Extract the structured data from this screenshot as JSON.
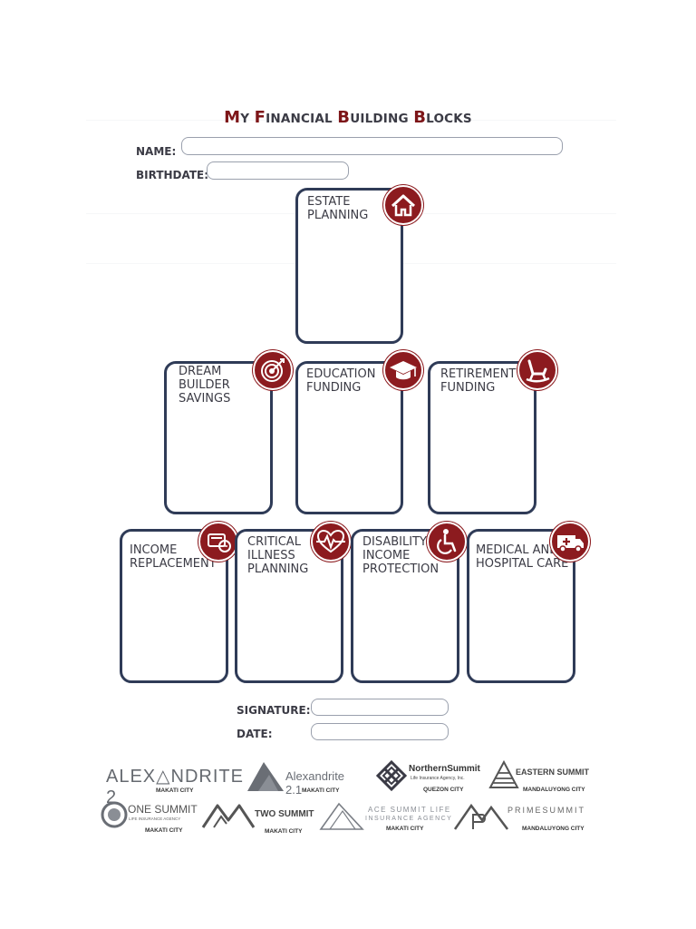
{
  "title": {
    "w1_cap": "M",
    "w1_rest": "Y",
    "w2_cap": "F",
    "w2_rest": "INANCIAL",
    "w3_cap": "B",
    "w3_rest": "UILDING",
    "w4_cap": "B",
    "w4_rest": "LOCKS"
  },
  "form": {
    "name_label": "NAME:",
    "birthdate_label": "BIRTHDATE:"
  },
  "blocks": {
    "estate": "ESTATE\nPLANNING",
    "dream": "DREAM\nBUILDER\nSAVINGS",
    "education": "EDUCATION\nFUNDING",
    "retirement": "RETIREMENT\nFUNDING",
    "income": "INCOME\nREPLACEMENT",
    "critical": "CRITICAL\nILLNESS\nPLANNING",
    "disability": "DISABILITY\nINCOME\nPROTECTION",
    "medical": "MEDICAL AND\nHOSPITAL CARE"
  },
  "icons": {
    "estate": "house-icon",
    "dream": "target-icon",
    "education": "graduation-cap-icon",
    "retirement": "rocking-chair-icon",
    "income": "income-cycle-icon",
    "critical": "heartbeat-icon",
    "disability": "wheelchair-icon",
    "medical": "ambulance-icon"
  },
  "signature": {
    "signature_label": "SIGNATURE:",
    "date_label": "DATE:"
  },
  "logos": {
    "alexandrite2": {
      "name": "ALEX△NDRITE 2",
      "city": "MAKATI CITY"
    },
    "alexandrite21": {
      "name": "Alexandrite 2.1",
      "city": "MAKATI CITY"
    },
    "northern": {
      "name": "NorthernSummit",
      "sub": "Life Insurance Agency, Inc.",
      "city": "QUEZON CITY"
    },
    "eastern": {
      "name": "EASTERN SUMMIT",
      "city": "MANDALUYONG CITY"
    },
    "one": {
      "name": "ONE SUMMIT",
      "sub": "LIFE INSURANCE AGENCY",
      "city": "MAKATI CITY"
    },
    "two": {
      "name": "TWO SUMMIT",
      "city": "MAKATI CITY"
    },
    "ace": {
      "name": "ACE SUMMIT LIFE",
      "sub": "INSURANCE AGENCY",
      "city": "MAKATI CITY"
    },
    "prime": {
      "name": "PRIMESUMMIT",
      "city": "MANDALUYONG CITY"
    }
  },
  "colors": {
    "accent": "#8c1b1f",
    "block_border": "#2f3b57",
    "text": "#3b3b45"
  }
}
